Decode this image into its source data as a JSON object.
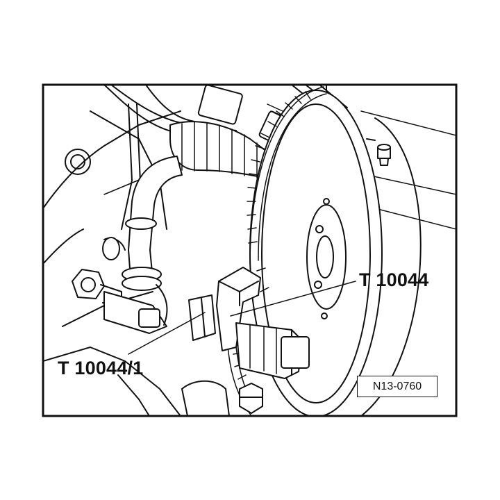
{
  "figure": {
    "callouts": {
      "tool_main": "T 10044",
      "tool_secondary": "T 10044/1"
    },
    "reference_code": "N13-0760"
  }
}
